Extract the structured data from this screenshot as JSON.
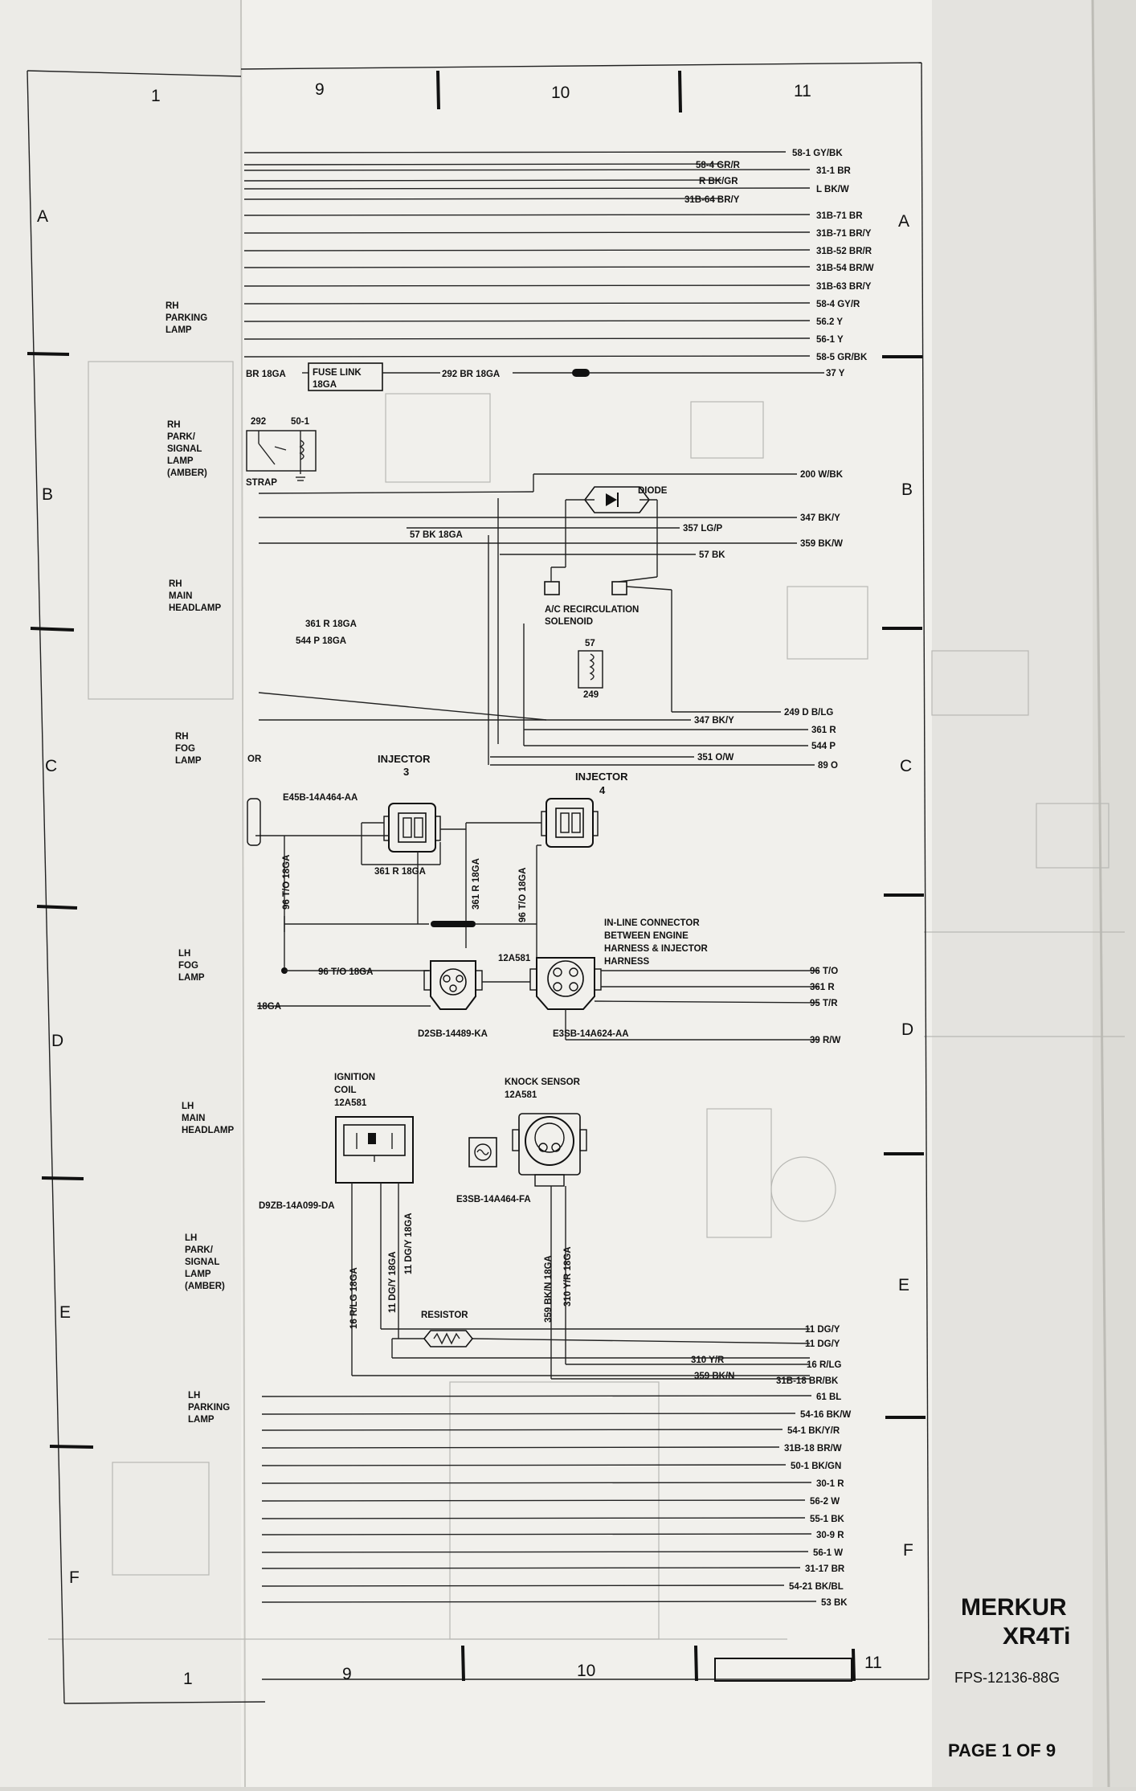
{
  "wires_top": [
    "58-1 GY/BK",
    "58-4 GR/R",
    "31-1 BR",
    "R BK/GR",
    "L BK/W",
    "31B-64 BR/Y",
    "31B-71 BR",
    "31B-71 BR/Y",
    "31B-52 BR/R",
    "31B-54 BR/W",
    "31B-63 BR/Y",
    "58-4 GY/R",
    "56.2 Y",
    "56-1 Y",
    "58-5 GR/BK",
    "37 Y"
  ],
  "wires_mid": [
    "200 W/BK",
    "347 BK/Y",
    "357 LG/P",
    "359 BK/W",
    "57 BK",
    "249 D B/LG",
    "347 BK/Y",
    "361 R",
    "544 P",
    "351 O/W",
    "89 O"
  ],
  "wires_conn": [
    "96 T/O",
    "361 R",
    "95 T/R",
    "39 R/W"
  ],
  "wires_low": [
    "11 DG/Y",
    "11 DG/Y",
    "310 Y/R",
    "16 R/LG",
    "359 BK/N",
    "31B-18 BR/BK",
    "61 BL",
    "54-16 BK/W",
    "54-1 BK/Y/R",
    "31B-18 BR/W",
    "50-1 BK/GN",
    "30-1 R",
    "56-2 W",
    "55-1 BK",
    "30-9 R",
    "56-1 W",
    "31-17 BR",
    "54-21 BK/BL",
    "53 BK"
  ],
  "inner_labels": {
    "br18ga": "BR 18GA",
    "fuse_link": "FUSE LINK",
    "fuse_18ga": "18GA",
    "br292": "292 BR 18GA",
    "sw292": "292",
    "sw501": "50-1",
    "strap": "STRAP",
    "diode": "DIODE",
    "bk57": "57 BK 18GA",
    "ac_sol1": "A/C RECIRCULATION",
    "ac_sol2": "SOLENOID",
    "s57": "57",
    "s249": "249",
    "r361": "361 R 18GA",
    "p544": "544 P 18GA",
    "inj3_1": "INJECTOR",
    "inj3_2": "3",
    "inj4_1": "INJECTOR",
    "inj4_2": "4",
    "e45b": "E45B-14A464-AA",
    "r361b": "361 R 18GA",
    "v96a": "96 T/O 18GA",
    "v361": "361 R 18GA",
    "v96b": "96 T/O 18GA",
    "or_frag": "OR",
    "inline1": "IN-LINE CONNECTOR",
    "inline2": "BETWEEN ENGINE",
    "inline3": "HARNESS & INJECTOR",
    "inline4": "HARNESS",
    "p12a581a": "12A581",
    "t96": "96 T/O 18GA",
    "ga18": "18GA",
    "d2sb": "D2SB-14489-KA",
    "e3sb": "E3SB-14A624-AA",
    "ign1": "IGNITION",
    "ign2": "COIL",
    "ign3": "12A581",
    "knock1": "KNOCK SENSOR",
    "knock2": "12A581",
    "e3sb2": "E3SB-14A464-FA",
    "d9zb": "D9ZB-14A099-DA",
    "v16": "16 R/LG 18GA",
    "v11a": "11 DG/Y 18GA",
    "v11b": "11 DG/Y 18GA",
    "v359": "359 BK/N 18GA",
    "v310": "310 Y/R 18GA",
    "resistor": "RESISTOR"
  },
  "left_labels": [
    {
      "lines": [
        "RH",
        "PARKING",
        "LAMP"
      ]
    },
    {
      "lines": [
        "RH",
        "PARK/",
        "SIGNAL",
        "LAMP",
        "(AMBER)"
      ]
    },
    {
      "lines": [
        "RH",
        "MAIN",
        "HEADLAMP"
      ]
    },
    {
      "lines": [
        "RH",
        "FOG",
        "LAMP"
      ]
    },
    {
      "lines": [
        "LH",
        "FOG",
        "LAMP"
      ]
    },
    {
      "lines": [
        "LH",
        "MAIN",
        "HEADLAMP"
      ]
    },
    {
      "lines": [
        "LH",
        "PARK/",
        "SIGNAL",
        "LAMP",
        "(AMBER)"
      ]
    },
    {
      "lines": [
        "LH",
        "PARKING",
        "LAMP"
      ]
    }
  ],
  "grid": {
    "top_nums": [
      "1",
      "9",
      "10",
      "11"
    ],
    "bottom_nums": [
      "1",
      "9",
      "10",
      "11"
    ],
    "rows_left": [
      "A",
      "B",
      "C",
      "D",
      "E",
      "F"
    ],
    "rows_right": [
      "A",
      "B",
      "C",
      "D",
      "E",
      "F"
    ]
  },
  "brand": {
    "line1": "MERKUR",
    "line2": "XR4Ti",
    "code": "FPS-12136-88G"
  },
  "page_label": "PAGE 1 OF 9"
}
